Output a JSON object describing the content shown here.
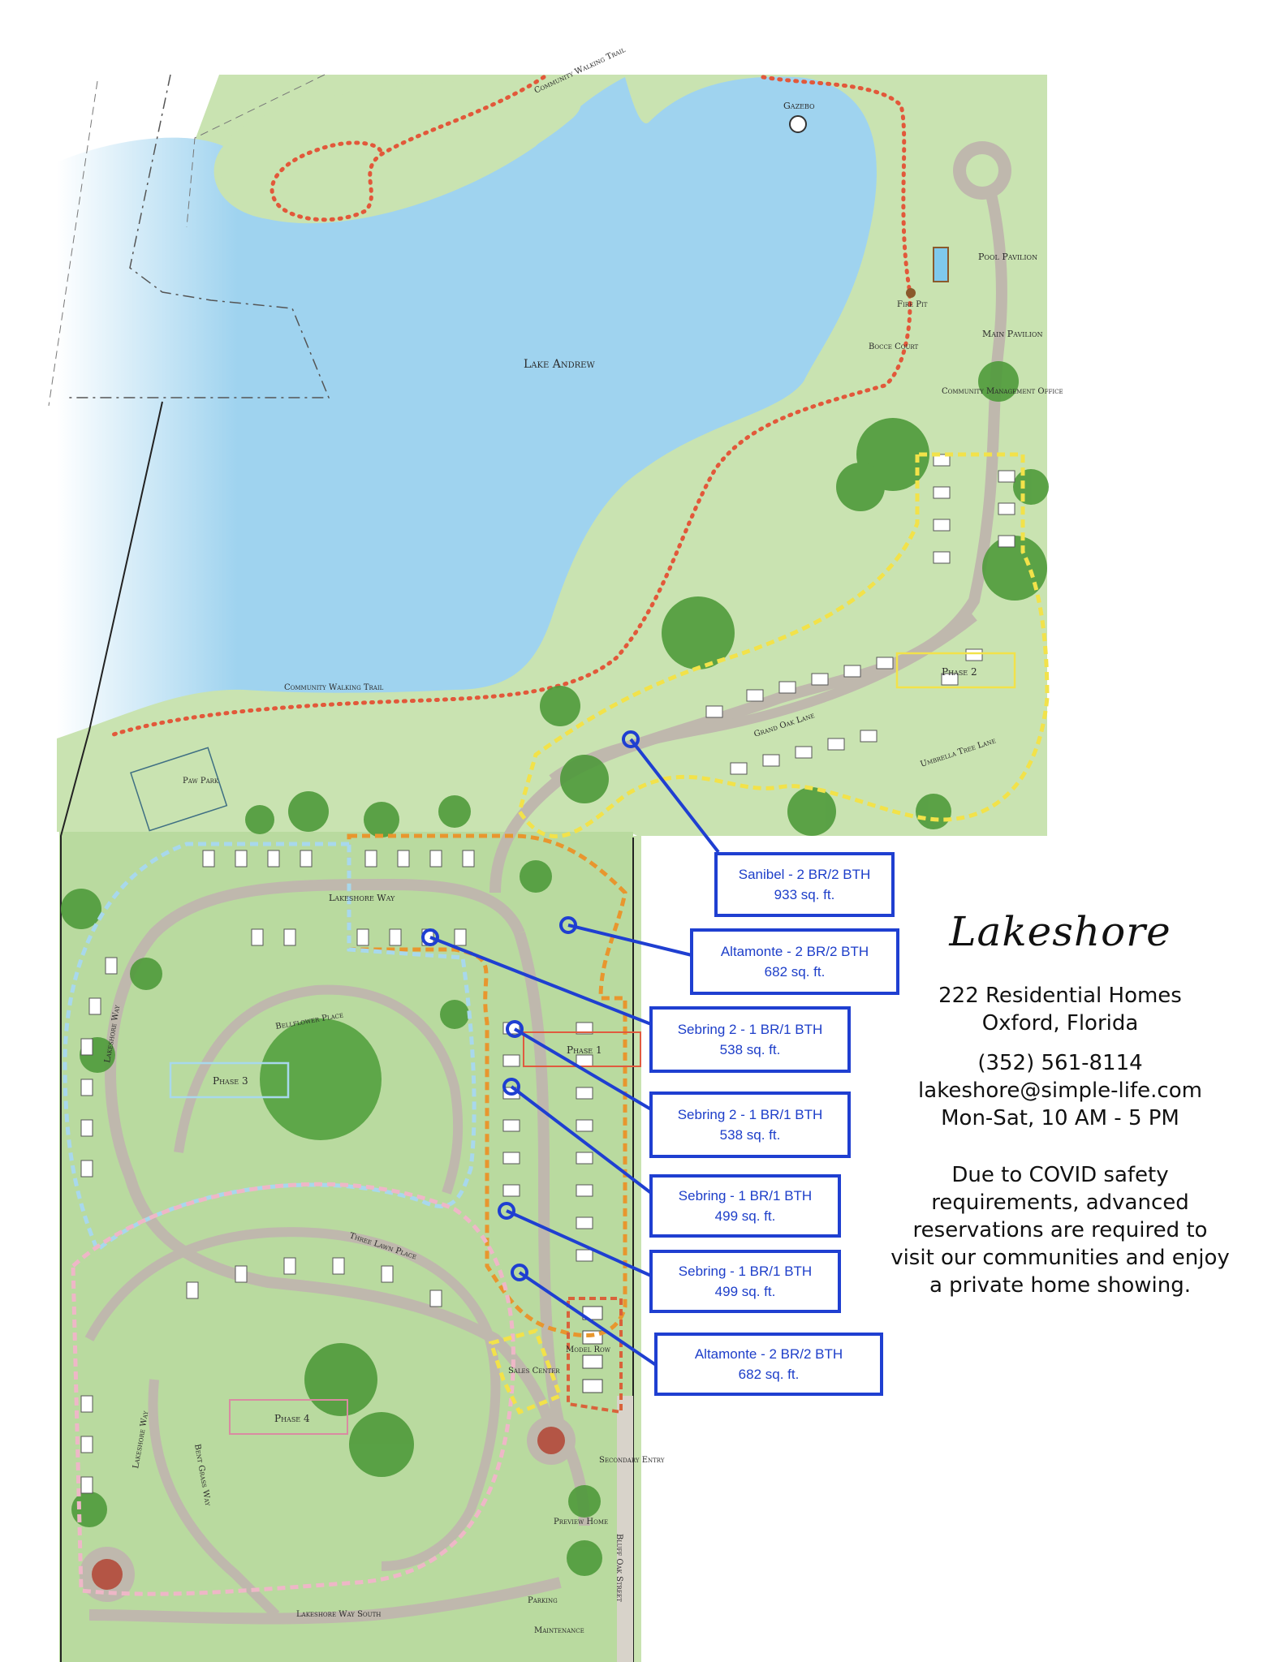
{
  "colors": {
    "lake": "#9fd3ef",
    "grass": "#c9e3b1",
    "tree": "#4f9a3b",
    "callout_border": "#1f3fd1",
    "phase1_boundary": "#e8962e",
    "phase2_boundary": "#f2e24a",
    "phase3_boundary": "#a8d8ec",
    "phase4_boundary": "#eeb7c7",
    "trail": "#e2583a"
  },
  "map_labels": {
    "community_walking_trail_north": "Community Walking Trail",
    "gazebo": "Gazebo",
    "pool_pavilion": "Pool Pavilion",
    "fire_pit": "Fire Pit",
    "main_pavilion": "Main Pavilion",
    "bocce_court": "Bocce Court",
    "community_management_office": "Community Management Office",
    "lake_andrew": "Lake Andrew",
    "community_walking_trail_south": "Community Walking Trail",
    "paw_park": "Paw Park",
    "grand_oak_lane": "Grand Oak Lane",
    "umbrella_tree_lane": "Umbrella Tree Lane",
    "phase_2": "Phase 2",
    "lakeshore_way": "Lakeshore Way",
    "bellflower_place": "Bellflower Place",
    "phase_3": "Phase 3",
    "phase_1": "Phase 1",
    "three_lawn_place": "Three Lawn Place",
    "lakeshore_way_west": "Lakeshore Way",
    "lakeshore_way_southwest": "Lakeshore Way",
    "bent_grass_way": "Bent Grass Way",
    "phase_4": "Phase 4",
    "sales_center": "Sales Center",
    "model_row": "Model Row",
    "secondary_entry": "Secondary Entry",
    "preview_home": "Preview Home",
    "parking": "Parking",
    "maintenance": "Maintenance",
    "bluff_oak_street": "Bluff Oak Street",
    "lakeshore_way_south": "Lakeshore Way South"
  },
  "callouts": [
    {
      "title": "Sanibel - 2 BR/2 BTH",
      "size": "933 sq. ft."
    },
    {
      "title": "Altamonte - 2 BR/2 BTH",
      "size": "682 sq. ft."
    },
    {
      "title": "Sebring 2 - 1 BR/1 BTH",
      "size": "538 sq. ft."
    },
    {
      "title": "Sebring 2 - 1 BR/1 BTH",
      "size": "538 sq. ft."
    },
    {
      "title": "Sebring - 1 BR/1 BTH",
      "size": "499 sq. ft."
    },
    {
      "title": "Sebring - 1 BR/1 BTH",
      "size": "499 sq. ft."
    },
    {
      "title": "Altamonte - 2 BR/2 BTH",
      "size": "682 sq. ft."
    }
  ],
  "info": {
    "brand": "Lakeshore",
    "homes": "222 Residential Homes",
    "location": "Oxford, Florida",
    "phone": "(352) 561-8114",
    "email": "lakeshore@simple-life.com",
    "hours": "Mon-Sat, 10 AM - 5 PM",
    "notice": [
      "Due to COVID safety",
      "requirements, advanced",
      "reservations are required to",
      "visit our communities and enjoy",
      "a private home showing."
    ]
  }
}
